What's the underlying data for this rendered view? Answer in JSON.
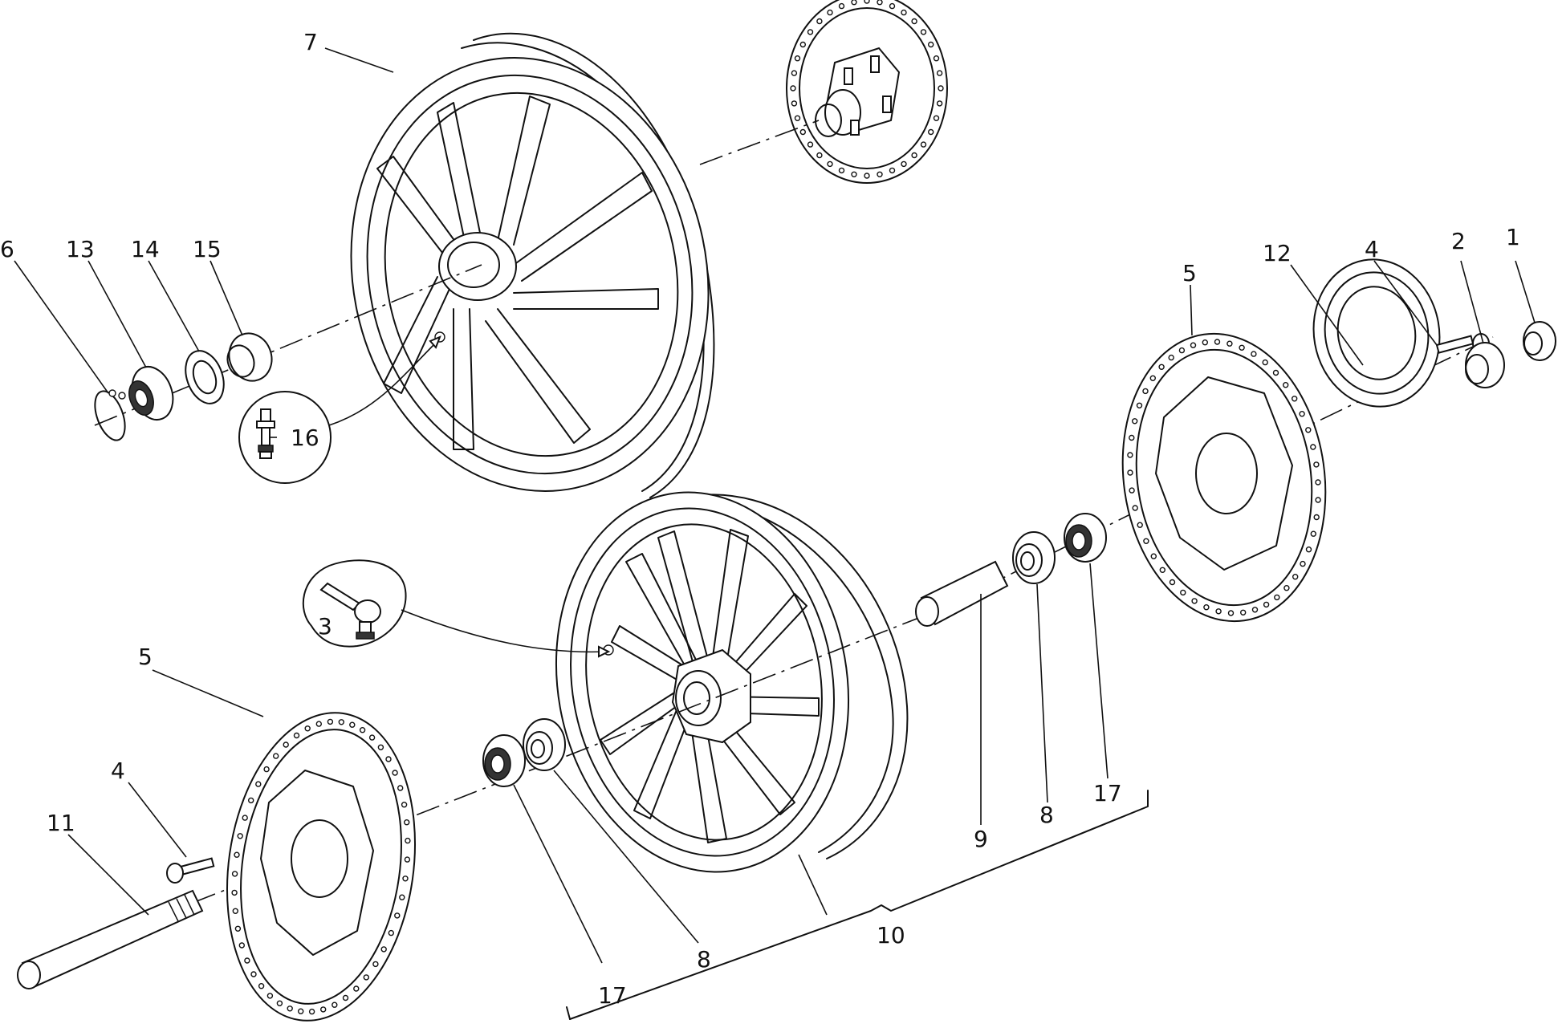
{
  "callouts": [
    {
      "id": "c7",
      "text": "7"
    },
    {
      "id": "c6",
      "text": "6"
    },
    {
      "id": "c13",
      "text": "13"
    },
    {
      "id": "c14",
      "text": "14"
    },
    {
      "id": "c15",
      "text": "15"
    },
    {
      "id": "c16",
      "text": "16"
    },
    {
      "id": "c5a",
      "text": "5"
    },
    {
      "id": "c12",
      "text": "12"
    },
    {
      "id": "c4a",
      "text": "4"
    },
    {
      "id": "c2",
      "text": "2"
    },
    {
      "id": "c1",
      "text": "1"
    },
    {
      "id": "c3",
      "text": "3"
    },
    {
      "id": "c5b",
      "text": "5"
    },
    {
      "id": "c4b",
      "text": "4"
    },
    {
      "id": "c11",
      "text": "11"
    },
    {
      "id": "c9",
      "text": "9"
    },
    {
      "id": "c8a",
      "text": "8"
    },
    {
      "id": "c17a",
      "text": "17"
    },
    {
      "id": "c17b",
      "text": "17"
    },
    {
      "id": "c8b",
      "text": "8"
    },
    {
      "id": "c10",
      "text": "10"
    }
  ],
  "colors": {
    "line": "#111111",
    "background": "#ffffff"
  }
}
